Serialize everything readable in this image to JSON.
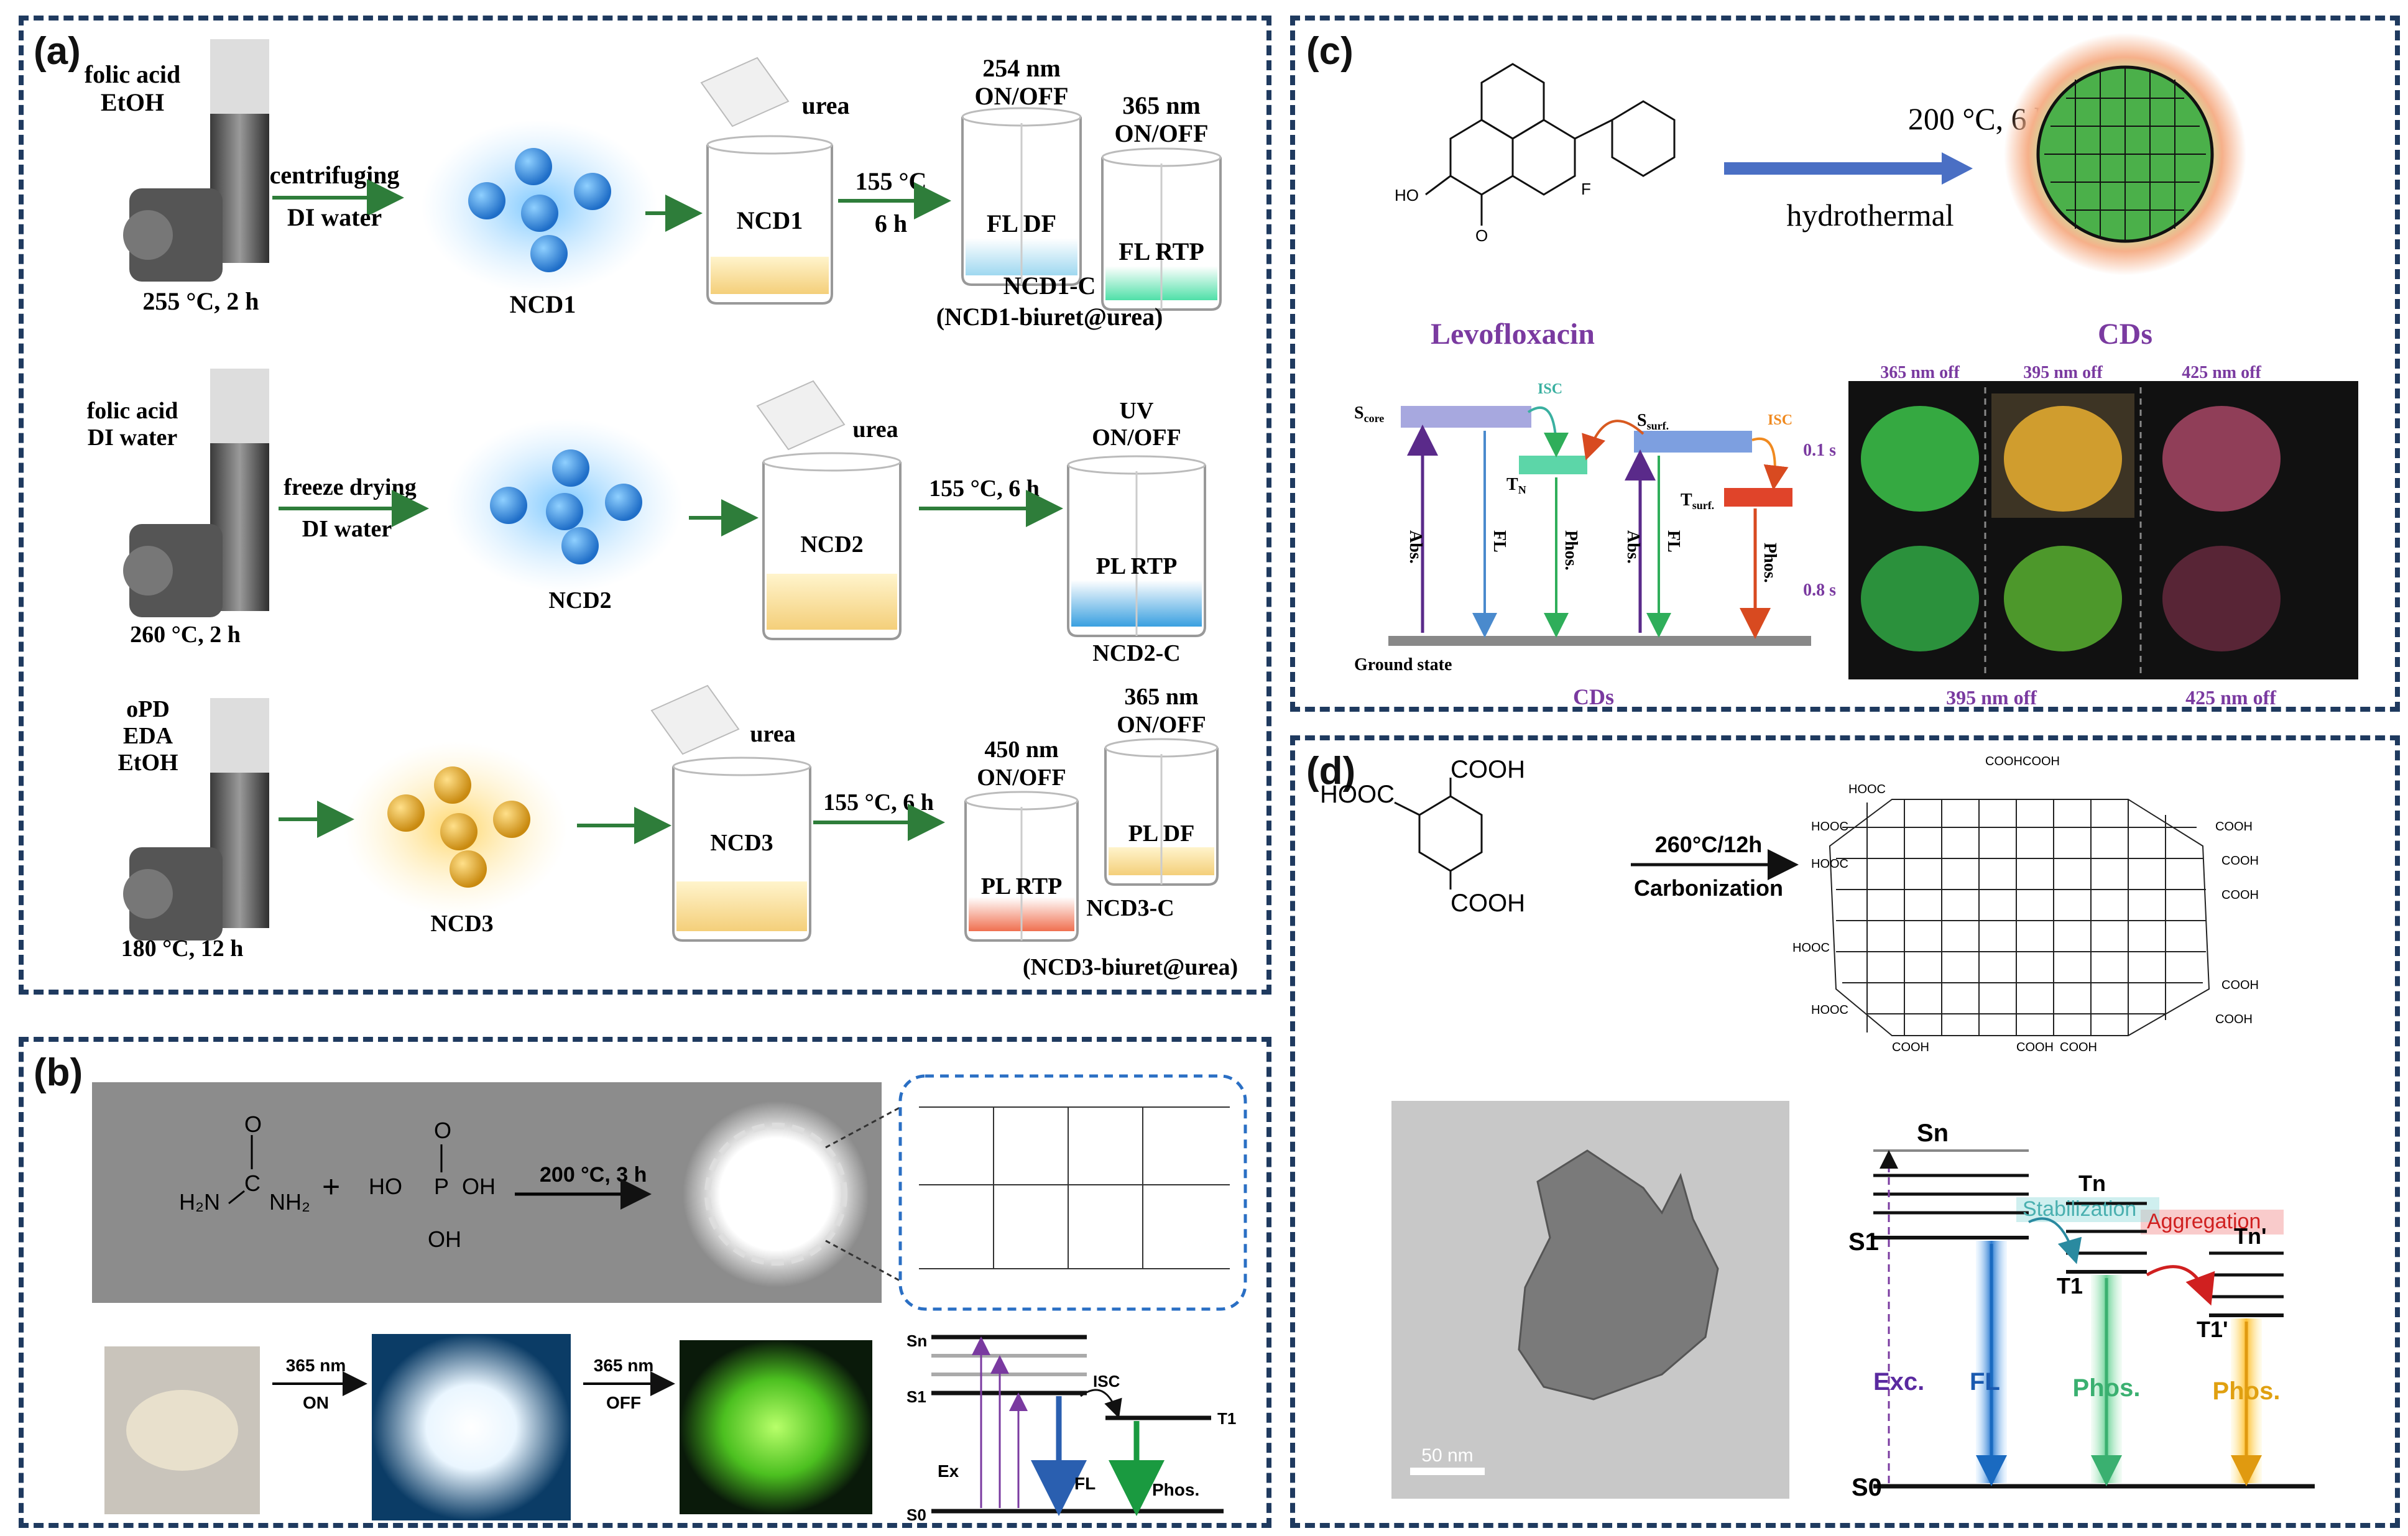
{
  "panel_a": {
    "label": "(a)",
    "row1": {
      "precursor": [
        "folic acid",
        "EtOH"
      ],
      "condition": "255 °C, 2 h",
      "process_top": "centrifuging",
      "process_bottom": "DI water",
      "dots": "NCD1",
      "urea": "urea",
      "beaker": "NCD1",
      "heat_top": "155 °C",
      "heat_bottom": "6 h",
      "cup1_top": [
        "254 nm",
        "ON/OFF"
      ],
      "cup1_text": "FL DF",
      "cup2_top": [
        "365 nm",
        "ON/OFF"
      ],
      "cup2_text": "FL RTP",
      "product": [
        "NCD1-C",
        "(NCD1-biuret@urea)"
      ]
    },
    "row2": {
      "precursor": [
        "folic acid",
        "DI water"
      ],
      "condition": "260 °C, 2 h",
      "process_top": "freeze drying",
      "process_bottom": "DI water",
      "dots": "NCD2",
      "urea": "urea",
      "beaker": "NCD2",
      "heat": "155 °C, 6 h",
      "cup_top": [
        "UV",
        "ON/OFF"
      ],
      "cup_text": "PL RTP",
      "product": "NCD2-C"
    },
    "row3": {
      "precursor": [
        "oPD",
        "EDA",
        "EtOH"
      ],
      "condition": "180 °C, 12 h",
      "dots": "NCD3",
      "urea": "urea",
      "beaker": "NCD3",
      "heat": "155 °C, 6 h",
      "cup1_top": [
        "450 nm",
        "ON/OFF"
      ],
      "cup1_text": "PL RTP",
      "cup2_top": [
        "365 nm",
        "ON/OFF"
      ],
      "cup2_text": "PL DF",
      "product": [
        "NCD3-C",
        "(NCD3-biuret@urea)"
      ]
    }
  },
  "panel_b": {
    "label": "(b)",
    "condition": "200 °C, 3 h",
    "photo_arrow1": [
      "365 nm",
      "ON"
    ],
    "photo_arrow2": [
      "365 nm",
      "OFF"
    ],
    "levels": {
      "sn": "Sn",
      "s1": "S1",
      "s0": "S0",
      "t1": "T1",
      "isc": "ISC",
      "ex": "Ex",
      "fl": "FL",
      "phos": "Phos."
    }
  },
  "panel_c": {
    "label": "(c)",
    "condition": "200 °C, 6 h",
    "method": "hydrothermal",
    "reactant": "Levofloxacin",
    "product": "CDs",
    "diagram_caption": "CDs",
    "ground_state": "Ground state",
    "levels": {
      "score": "S",
      "score_sub": "core",
      "tn": "T",
      "tn_sub": "N",
      "ssurf": "S",
      "ssurf_sub": "surf.",
      "tsurf": "T",
      "tsurf_sub": "surf.",
      "isc": "ISC",
      "abs": "Abs.",
      "fl": "FL",
      "phos": "Phos."
    },
    "photo_cols": [
      "365 nm off",
      "395 nm off",
      "425 nm off"
    ],
    "photo_rows": [
      "0.1 s",
      "0.8 s"
    ],
    "photo_bottom": [
      "395 nm off",
      "425 nm off"
    ]
  },
  "panel_d": {
    "label": "(d)",
    "condition": "260°C/12h",
    "method": "Carbonization",
    "cooh": "COOH",
    "hooc": "HOOC",
    "scale_bar": "50 nm",
    "levels": {
      "sn": "Sn",
      "tn": "Tn",
      "tn2": "Tn'",
      "s1": "S1",
      "t1": "T1",
      "t12": "T1'",
      "s0": "S0",
      "stab": "Stabilization",
      "agg": "Aggregation",
      "exc": "Exc.",
      "fl": "FL",
      "phos1": "Phos.",
      "phos2": "Phos."
    }
  },
  "colors": {
    "border": "#1f3a5f",
    "arrow_green": "#2e7d3a",
    "arrow_blue": "#4a6fc4",
    "purple": "#7a3aa0",
    "dot_blue": "#2f7fd6",
    "dot_gold": "#e0a020"
  }
}
